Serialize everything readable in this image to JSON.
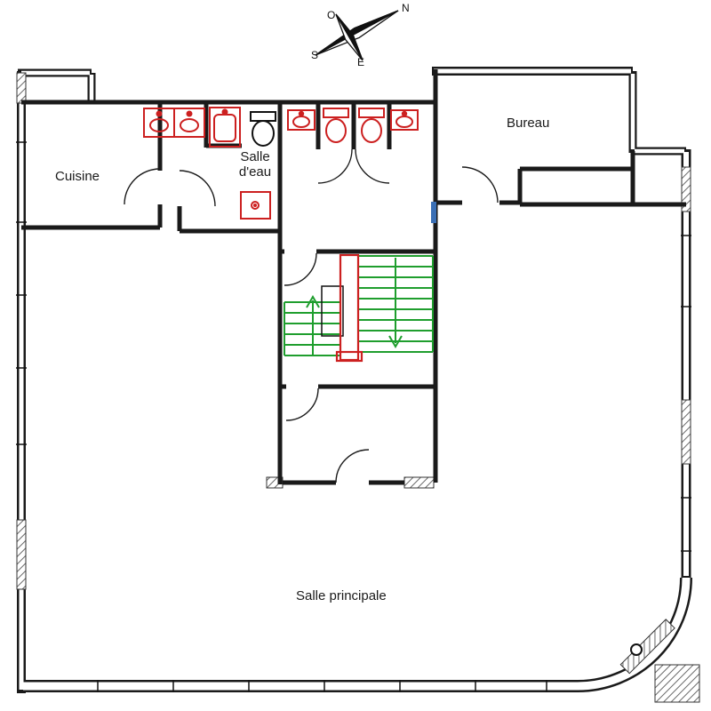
{
  "compass": {
    "north": "N",
    "south": "S",
    "east": "E",
    "west": "O"
  },
  "rooms": {
    "cuisine": "Cuisine",
    "salle_eau": "Salle d'eau",
    "bureau": "Bureau",
    "salle_principale": "Salle principale"
  },
  "colors": {
    "wall": "#1a1a1a",
    "fixture_red": "#cc2020",
    "stair_green": "#1f9e2e",
    "accent_blue": "#3a6fb5",
    "hatch_gray": "#666666"
  },
  "icons": {
    "compass": "compass-rose-icon",
    "sink": "sink-icon",
    "toilet": "toilet-icon",
    "shower": "shower-icon",
    "stair_up": "stair-up-arrow-icon",
    "stair_down": "stair-down-arrow-icon",
    "column": "column-icon"
  }
}
